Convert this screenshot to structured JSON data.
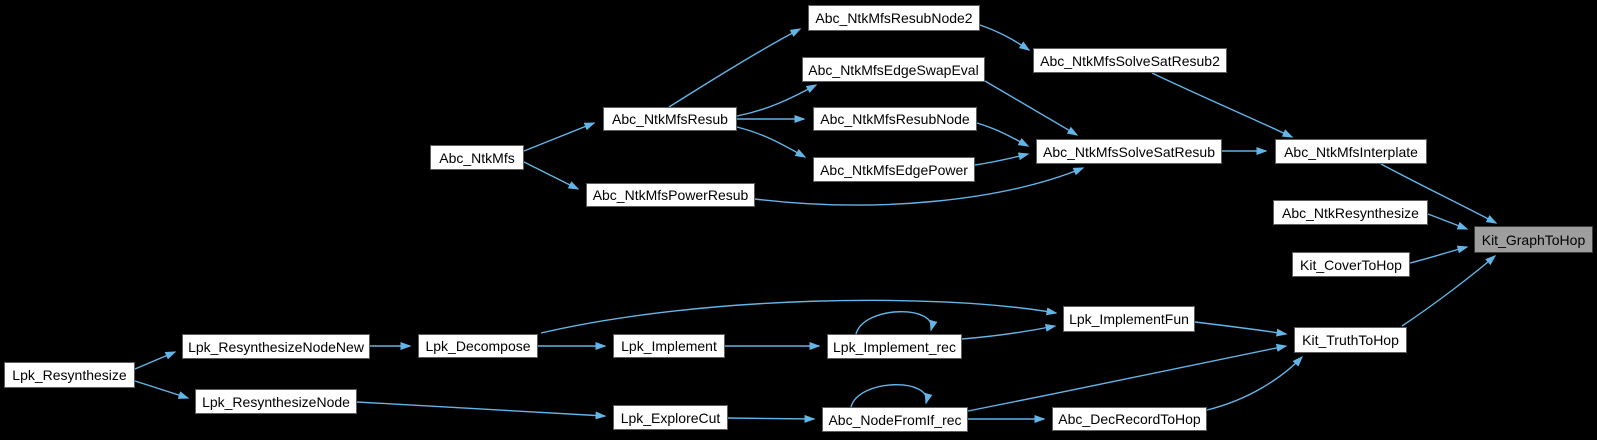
{
  "diagram": {
    "type": "caller-graph",
    "directed": true,
    "highlight_node": "Kit_GraphToHop",
    "colors": {
      "background": "#000000",
      "edge": "#63b4e7",
      "node_fill": "#ffffff",
      "node_border": "#5d5d5d",
      "text": "#000000",
      "highlight_fill": "#9e9e9e",
      "highlight_border": "#3c3c3c"
    },
    "nodes": [
      {
        "id": "Abc_NtkMfsResubNode2",
        "label": "Abc_NtkMfsResubNode2"
      },
      {
        "id": "Abc_NtkMfsSolveSatResub2",
        "label": "Abc_NtkMfsSolveSatResub2"
      },
      {
        "id": "Abc_NtkMfsEdgeSwapEval",
        "label": "Abc_NtkMfsEdgeSwapEval"
      },
      {
        "id": "Abc_NtkMfsResub",
        "label": "Abc_NtkMfsResub"
      },
      {
        "id": "Abc_NtkMfsResubNode",
        "label": "Abc_NtkMfsResubNode"
      },
      {
        "id": "Abc_NtkMfs",
        "label": "Abc_NtkMfs"
      },
      {
        "id": "Abc_NtkMfsEdgePower",
        "label": "Abc_NtkMfsEdgePower"
      },
      {
        "id": "Abc_NtkMfsSolveSatResub",
        "label": "Abc_NtkMfsSolveSatResub"
      },
      {
        "id": "Abc_NtkMfsInterplate",
        "label": "Abc_NtkMfsInterplate"
      },
      {
        "id": "Abc_NtkMfsPowerResub",
        "label": "Abc_NtkMfsPowerResub"
      },
      {
        "id": "Abc_NtkResynthesize",
        "label": "Abc_NtkResynthesize"
      },
      {
        "id": "Kit_GraphToHop",
        "label": "Kit_GraphToHop"
      },
      {
        "id": "Kit_CoverToHop",
        "label": "Kit_CoverToHop"
      },
      {
        "id": "Lpk_ImplementFun",
        "label": "Lpk_ImplementFun"
      },
      {
        "id": "Kit_TruthToHop",
        "label": "Kit_TruthToHop"
      },
      {
        "id": "Lpk_Resynthesize",
        "label": "Lpk_Resynthesize"
      },
      {
        "id": "Lpk_ResynthesizeNodeNew",
        "label": "Lpk_ResynthesizeNodeNew"
      },
      {
        "id": "Lpk_Decompose",
        "label": "Lpk_Decompose"
      },
      {
        "id": "Lpk_Implement",
        "label": "Lpk_Implement"
      },
      {
        "id": "Lpk_Implement_rec",
        "label": "Lpk_Implement_rec"
      },
      {
        "id": "Lpk_ResynthesizeNode",
        "label": "Lpk_ResynthesizeNode"
      },
      {
        "id": "Lpk_ExploreCut",
        "label": "Lpk_ExploreCut"
      },
      {
        "id": "Abc_NodeFromIf_rec",
        "label": "Abc_NodeFromIf_rec"
      },
      {
        "id": "Abc_DecRecordToHop",
        "label": "Abc_DecRecordToHop"
      }
    ],
    "edges": [
      {
        "from": "Abc_NtkMfs",
        "to": "Abc_NtkMfsResub"
      },
      {
        "from": "Abc_NtkMfs",
        "to": "Abc_NtkMfsPowerResub"
      },
      {
        "from": "Abc_NtkMfsResub",
        "to": "Abc_NtkMfsResubNode2"
      },
      {
        "from": "Abc_NtkMfsResub",
        "to": "Abc_NtkMfsEdgeSwapEval"
      },
      {
        "from": "Abc_NtkMfsResub",
        "to": "Abc_NtkMfsResubNode"
      },
      {
        "from": "Abc_NtkMfsResub",
        "to": "Abc_NtkMfsEdgePower"
      },
      {
        "from": "Abc_NtkMfsResubNode2",
        "to": "Abc_NtkMfsSolveSatResub2"
      },
      {
        "from": "Abc_NtkMfsSolveSatResub2",
        "to": "Abc_NtkMfsInterplate"
      },
      {
        "from": "Abc_NtkMfsEdgeSwapEval",
        "to": "Abc_NtkMfsSolveSatResub"
      },
      {
        "from": "Abc_NtkMfsResubNode",
        "to": "Abc_NtkMfsSolveSatResub"
      },
      {
        "from": "Abc_NtkMfsEdgePower",
        "to": "Abc_NtkMfsSolveSatResub"
      },
      {
        "from": "Abc_NtkMfsPowerResub",
        "to": "Abc_NtkMfsSolveSatResub"
      },
      {
        "from": "Abc_NtkMfsSolveSatResub",
        "to": "Abc_NtkMfsInterplate"
      },
      {
        "from": "Abc_NtkMfsInterplate",
        "to": "Kit_GraphToHop"
      },
      {
        "from": "Abc_NtkResynthesize",
        "to": "Kit_GraphToHop"
      },
      {
        "from": "Kit_CoverToHop",
        "to": "Kit_GraphToHop"
      },
      {
        "from": "Kit_TruthToHop",
        "to": "Kit_GraphToHop"
      },
      {
        "from": "Lpk_Resynthesize",
        "to": "Lpk_ResynthesizeNodeNew"
      },
      {
        "from": "Lpk_Resynthesize",
        "to": "Lpk_ResynthesizeNode"
      },
      {
        "from": "Lpk_ResynthesizeNodeNew",
        "to": "Lpk_Decompose"
      },
      {
        "from": "Lpk_Decompose",
        "to": "Lpk_Implement"
      },
      {
        "from": "Lpk_Decompose",
        "to": "Lpk_ImplementFun"
      },
      {
        "from": "Lpk_Implement",
        "to": "Lpk_Implement_rec"
      },
      {
        "from": "Lpk_Implement_rec",
        "to": "Lpk_Implement_rec"
      },
      {
        "from": "Lpk_Implement_rec",
        "to": "Lpk_ImplementFun"
      },
      {
        "from": "Lpk_ImplementFun",
        "to": "Kit_TruthToHop"
      },
      {
        "from": "Lpk_ResynthesizeNode",
        "to": "Lpk_ExploreCut"
      },
      {
        "from": "Lpk_ExploreCut",
        "to": "Abc_NodeFromIf_rec"
      },
      {
        "from": "Abc_NodeFromIf_rec",
        "to": "Abc_NodeFromIf_rec"
      },
      {
        "from": "Abc_NodeFromIf_rec",
        "to": "Abc_DecRecordToHop"
      },
      {
        "from": "Abc_NodeFromIf_rec",
        "to": "Kit_TruthToHop"
      },
      {
        "from": "Abc_DecRecordToHop",
        "to": "Kit_TruthToHop"
      }
    ]
  }
}
